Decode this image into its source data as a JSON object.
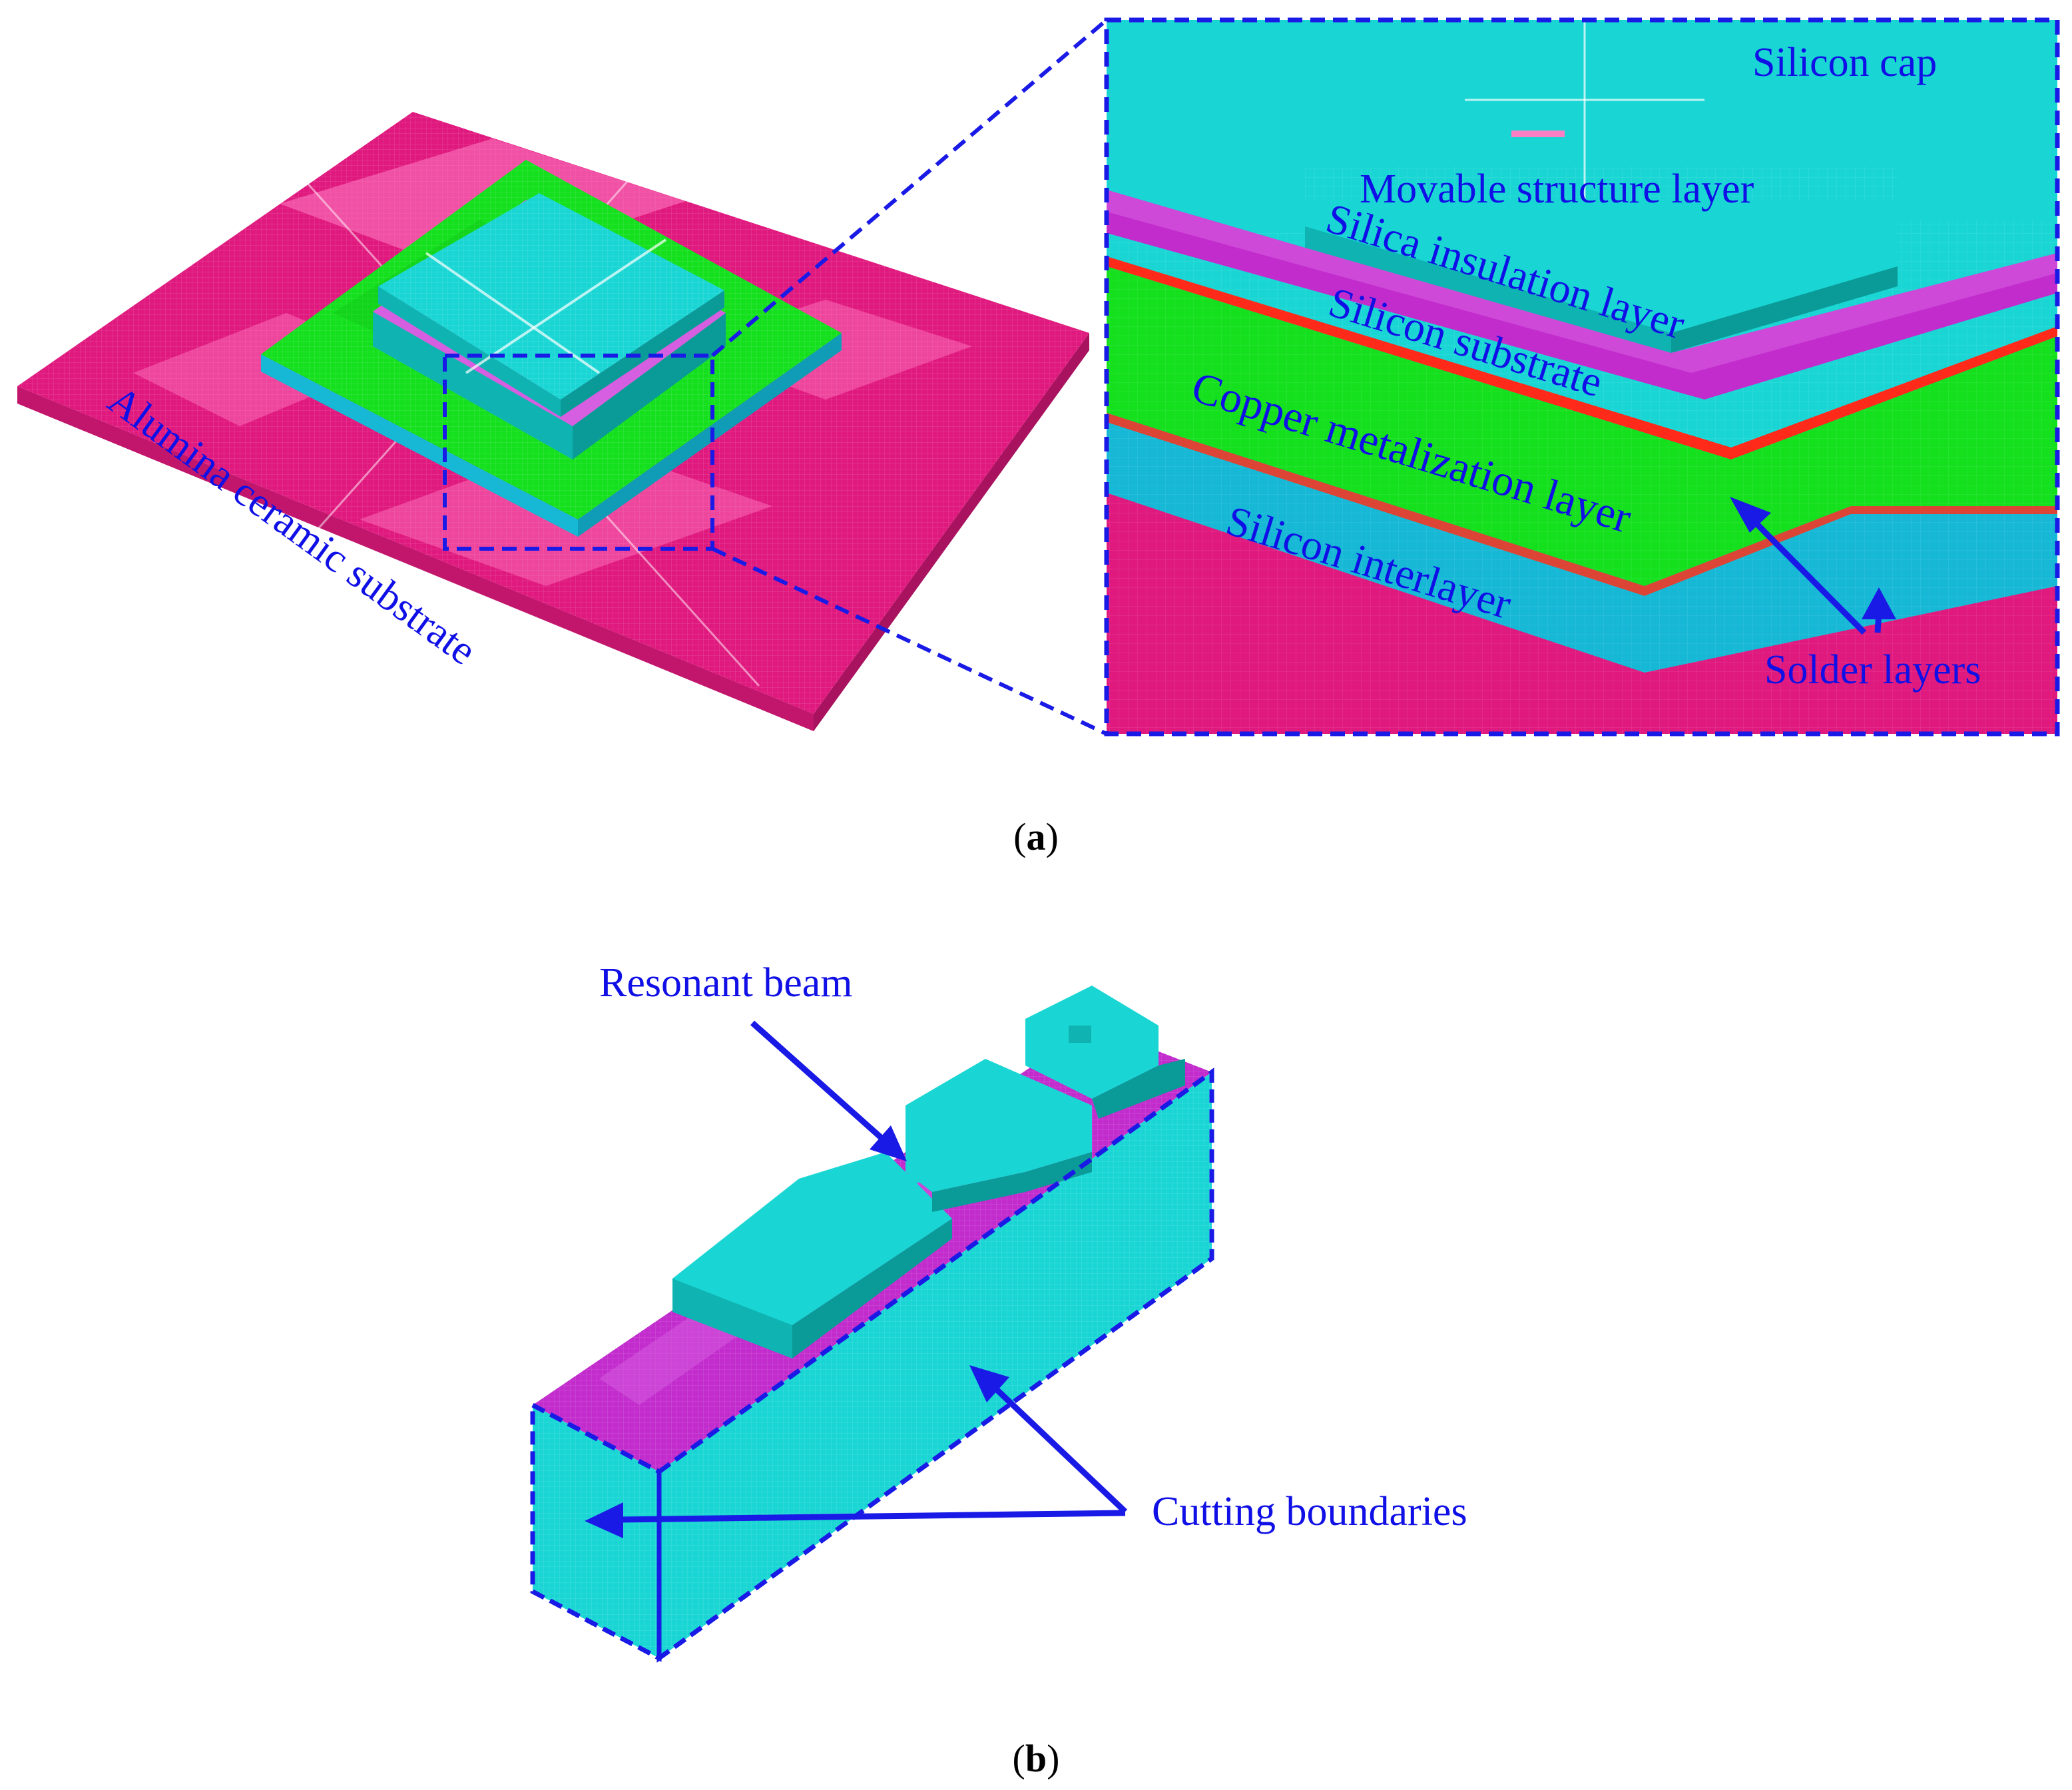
{
  "colors": {
    "alumina": "#e0197f",
    "alumina_light": "#ff7fc4",
    "copper": "#14e01e",
    "silicon": "#19d6d4",
    "silicon_dark": "#0fb4b2",
    "silica": "#c22ccd",
    "silica_light": "#d65ee0",
    "solder": "#ff2a1a",
    "interlayer": "#16b8d6",
    "label_blue": "#1010e6",
    "annotation_blue": "#1a1ae6"
  },
  "panel_a": {
    "caption_letter": "a",
    "substrate_label": "Alumina ceramic substrate",
    "inset_labels": {
      "silicon_cap": "Silicon cap",
      "movable_layer": "Movable structure layer",
      "silica_layer": "Silica insulation layer",
      "silicon_substrate": "Silicon substrate",
      "copper_layer": "Copper metalization layer",
      "silicon_interlayer": "Silicon interlayer",
      "solder_layers": "Solder layers"
    }
  },
  "panel_b": {
    "caption_letter": "b",
    "resonant_beam_label": "Resonant beam",
    "cutting_label": "Cutting boundaries"
  }
}
